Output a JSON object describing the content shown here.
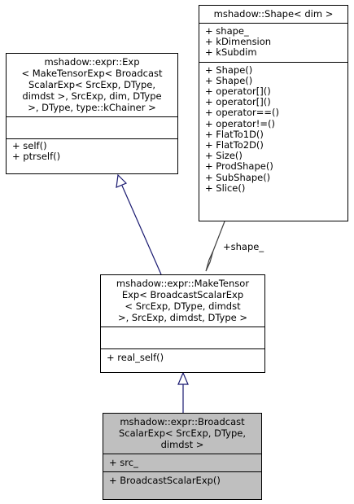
{
  "nodes": {
    "exp": {
      "title_lines": [
        "mshadow::expr::Exp",
        "< MakeTensorExp< Broadcast",
        "ScalarExp< SrcExp, DType,",
        " dimdst >, SrcExp, dim, DType",
        " >, DType, type::kChainer >"
      ],
      "attributes": [],
      "methods": [
        "+ self()",
        "+ ptrself()"
      ]
    },
    "shape": {
      "title_lines": [
        "mshadow::Shape< dim >"
      ],
      "attributes": [
        "+ shape_",
        "+ kDimension",
        "+ kSubdim"
      ],
      "methods": [
        "+ Shape()",
        "+ Shape()",
        "+ operator[]()",
        "+ operator[]()",
        "+ operator==()",
        "+ operator!=()",
        "+ FlatTo1D()",
        "+ FlatTo2D()",
        "+ Size()",
        "+ ProdShape()",
        "+ SubShape()",
        "+ Slice()"
      ]
    },
    "make_tensor": {
      "title_lines": [
        "mshadow::expr::MakeTensor",
        "Exp< BroadcastScalarExp",
        "< SrcExp, DType, dimdst",
        " >, SrcExp, dimdst, DType >"
      ],
      "attributes": [],
      "methods": [
        "+ real_self()"
      ]
    },
    "broadcast_scalar": {
      "title_lines": [
        "mshadow::expr::Broadcast",
        "ScalarExp< SrcExp, DType,",
        " dimdst >"
      ],
      "attributes": [
        "+ src_"
      ],
      "methods": [
        "+ BroadcastScalarExp()"
      ]
    }
  },
  "edges": {
    "shape_to_make_tensor": {
      "label": "+shape_"
    }
  },
  "colors": {
    "inheritance_edge": "#191970",
    "composition_edge": "#404040",
    "highlight_fill": "#bfbfbf"
  }
}
